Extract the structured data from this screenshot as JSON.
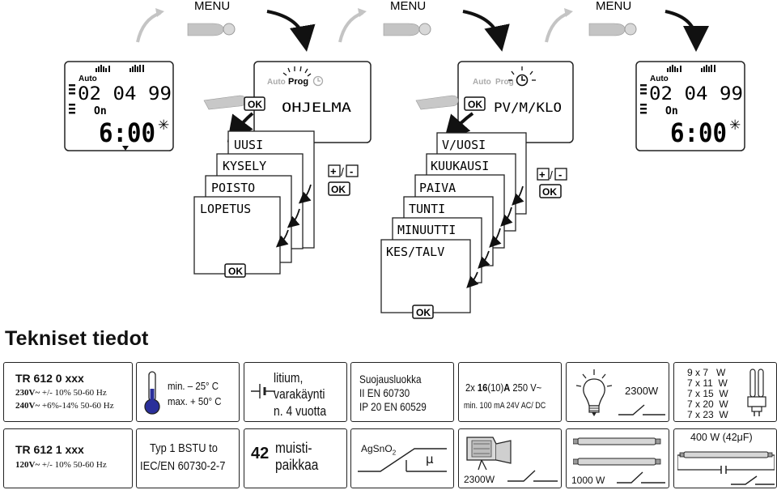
{
  "menu_label": "MENU",
  "screens": {
    "left": {
      "mode": "Auto",
      "date": "02 04 99",
      "state": "On",
      "time": "6:00",
      "sun": "✳"
    },
    "right": {
      "mode": "Auto",
      "date": "02 04 99",
      "state": "On",
      "time": "6:00",
      "sun": "✳"
    }
  },
  "program_menu": {
    "top_labels": [
      "Auto",
      "Prog"
    ],
    "ok": "OK",
    "title": "OHJELMA",
    "items": [
      "UUSI",
      "KYSELY",
      "POISTO",
      "LOPETUS"
    ],
    "plus": "+",
    "slash": "/",
    "minus": "-"
  },
  "clock_menu": {
    "top_labels": [
      "Auto",
      "Prog"
    ],
    "ok": "OK",
    "title": "PV/M/KLO",
    "items": [
      "V/UOSI",
      "KUUKAUSI",
      "PAIVA",
      "TUNTI",
      "MINUUTTI",
      "KES/TALV"
    ],
    "plus": "+",
    "slash": "/",
    "minus": "-"
  },
  "specs": {
    "title": "Tekniset tiedot",
    "model_a": {
      "name": "TR 612 0 xxx",
      "line1": {
        "volt": "230V~",
        "rest": " +/- 10%   50-60 Hz"
      },
      "line2": {
        "volt": "240V~",
        "rest": " +6%-14%  50-60 Hz"
      }
    },
    "model_b": {
      "name": "TR 612 1 xxx",
      "line1": {
        "volt": "120V~",
        "rest": " +/- 10%   50-60 Hz"
      }
    },
    "temperature": {
      "min": "min. – 25° C",
      "max": "max. + 50° C"
    },
    "battery": {
      "line1": "litium,",
      "line2": "varakäynti",
      "line3": "n. 4 vuotta"
    },
    "protection": {
      "line1": "Suojausluokka",
      "line2": "II EN 60730",
      "line3": "IP 20 EN 60529"
    },
    "contacts": {
      "p1": "2x ",
      "p2": "16",
      "p3": "(10)",
      "p4": "A",
      "p5": "  250 V~",
      "min": "min. 100 mA 24V AC/ DC"
    },
    "lamp": {
      "power": "2300W"
    },
    "cfl": {
      "rows": [
        "9 x 7   W",
        "7 x 11  W",
        "7 x 15  W",
        "7 x 20  W",
        "7 x 23  W"
      ]
    },
    "type": {
      "line1": "Typ 1 BSTU to",
      "line2": "IEC/EN 60730-2-7"
    },
    "memory": {
      "count": "42",
      "line1": "muisti-",
      "line2": "paikkaa"
    },
    "contact_material": {
      "label": "AgSnO",
      "sub": "2",
      "mu": "μ"
    },
    "halogen": {
      "power": "2300W"
    },
    "fluorescent": {
      "power": "1000 W"
    },
    "fluor_comp": {
      "label": "400 W (42μF)"
    }
  }
}
